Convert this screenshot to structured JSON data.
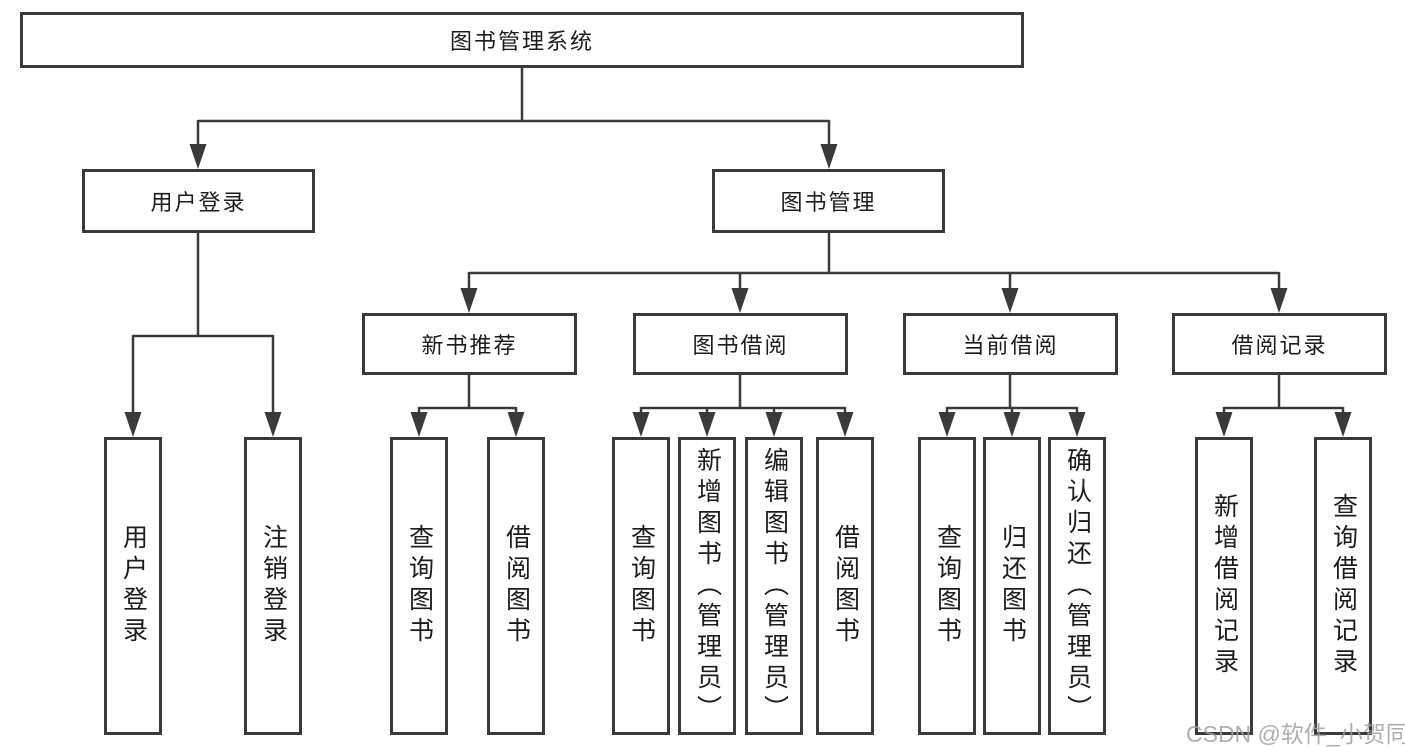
{
  "tree": {
    "root": {
      "label": "图书管理系统",
      "children": [
        {
          "label": "用户登录",
          "children": [
            {
              "label": "用户登录"
            },
            {
              "label": "注销登录"
            }
          ]
        },
        {
          "label": "图书管理",
          "children": [
            {
              "label": "新书推荐",
              "children": [
                {
                  "label": "查询图书"
                },
                {
                  "label": "借阅图书"
                }
              ]
            },
            {
              "label": "图书借阅",
              "children": [
                {
                  "label": "查询图书"
                },
                {
                  "label": "新增图书（管理员）"
                },
                {
                  "label": "编辑图书（管理员）"
                },
                {
                  "label": "借阅图书"
                }
              ]
            },
            {
              "label": "当前借阅",
              "children": [
                {
                  "label": "查询图书"
                },
                {
                  "label": "归还图书"
                },
                {
                  "label": "确认归还（管理员）"
                }
              ]
            },
            {
              "label": "借阅记录",
              "children": [
                {
                  "label": "新增借阅记录"
                },
                {
                  "label": "查询借阅记录"
                }
              ]
            }
          ]
        }
      ]
    }
  },
  "watermark": {
    "text": "CSDN @软件_小贺同学"
  },
  "colors": {
    "line": "#3a3a3a",
    "box_border": "#3a3a3a",
    "box_fill": "#ffffff",
    "text": "#1c1c1c",
    "watermark": "#a0a0a0",
    "background": "#ffffff"
  }
}
